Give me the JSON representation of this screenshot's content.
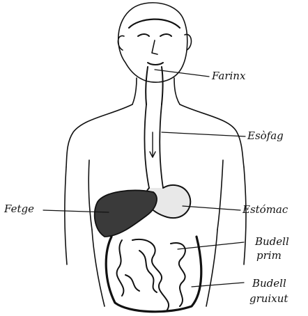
{
  "labels": {
    "pharynx": "Farinx",
    "esophagus": "Esòfag",
    "stomach": "Estómac",
    "liver": "Fetge",
    "small_intestine_1": "Budell",
    "small_intestine_2": "prim",
    "large_intestine_1": "Budell",
    "large_intestine_2": "gruixut"
  },
  "colors": {
    "ink": "#111111",
    "background": "#ffffff"
  }
}
